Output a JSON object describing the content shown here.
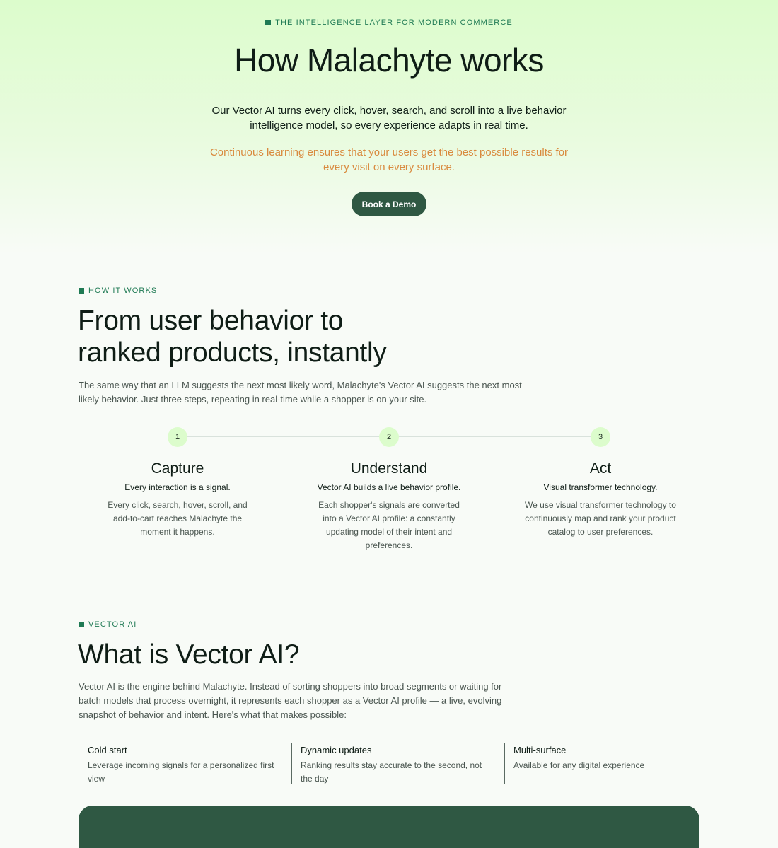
{
  "hero": {
    "eyebrow": "THE INTELLIGENCE LAYER FOR MODERN COMMERCE",
    "title": "How Malachyte works",
    "lead": "Our Vector AI turns every click, hover, search, and scroll into a live behavior intelligence model, so every experience adapts in real time.",
    "accent": "Continuous learning ensures that your users get the best possible results for every visit on every surface.",
    "cta_label": "Book a Demo"
  },
  "how_it_works": {
    "eyebrow": "HOW IT WORKS",
    "title_line1": "From user behavior to",
    "title_line2": "ranked products, instantly",
    "description": "The same way that an LLM suggests the next most likely word, Malachyte's Vector AI suggests the next most likely behavior. Just three steps, repeating in real-time while a shopper is on your site.",
    "steps": [
      {
        "number": "1",
        "title": "Capture",
        "subtitle": "Every interaction is a signal.",
        "description": "Every click, search, hover, scroll, and add-to-cart reaches Malachyte the moment it happens."
      },
      {
        "number": "2",
        "title": "Understand",
        "subtitle": "Vector AI builds a live behavior profile.",
        "description": "Each shopper's signals are converted into a Vector AI profile: a constantly updating model of their intent and preferences."
      },
      {
        "number": "3",
        "title": "Act",
        "subtitle": "Visual transformer technology.",
        "description": "We use visual transformer technology to continuously map and rank your product catalog to user preferences."
      }
    ]
  },
  "vector_ai": {
    "eyebrow": "VECTOR AI",
    "title": "What is Vector AI?",
    "description": "Vector AI is the engine behind Malachyte. Instead of sorting shoppers into broad segments or waiting for batch models that process overnight, it represents each shopper as a Vector AI profile — a live, evolving snapshot of behavior and intent. Here's what that makes possible:",
    "features": [
      {
        "title": "Cold start",
        "description": "Leverage incoming signals for a personalized first view"
      },
      {
        "title": "Dynamic updates",
        "description": "Ranking results stay accurate to the second, not the day"
      },
      {
        "title": "Multi-surface",
        "description": "Available for any digital experience"
      }
    ]
  },
  "colors": {
    "brand_dark": "#2f5843",
    "accent_orange": "#d98a3e",
    "eyebrow_green": "#1f7a54",
    "hero_mint": "#dcfccc"
  }
}
